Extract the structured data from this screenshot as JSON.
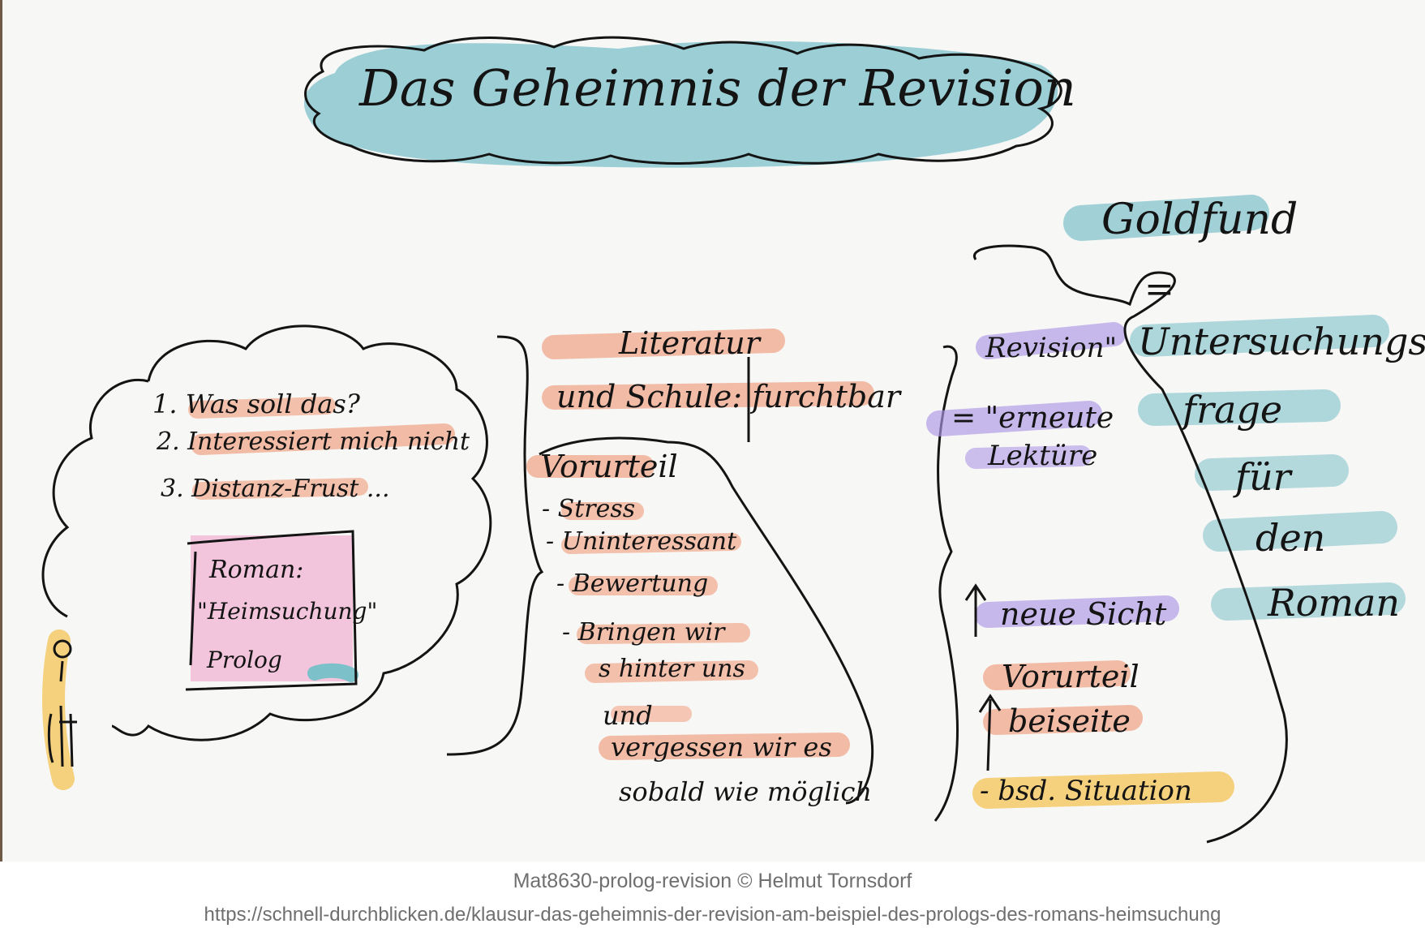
{
  "title": "Das Geheimnis der Revision",
  "left_bubble": {
    "items": [
      "1. Was soll das?",
      "2. Interessiert mich nicht",
      "3. Distanz-Frust ..."
    ],
    "box": {
      "line1": "Roman:",
      "line2": "\"Heimsuchung\"",
      "line3": "Prolog"
    }
  },
  "middle": {
    "heading_line1": "Literatur",
    "heading_line2": "und Schule: furchtbar",
    "prejudice_label": "Vorurteil",
    "items": [
      "- Stress",
      "- Uninteressant",
      "- Bewertung",
      "- Bringen wir",
      "s hinter uns",
      "und",
      "vergessen wir es",
      "sobald wie möglich"
    ]
  },
  "right": {
    "revision": "Revision\"",
    "renewed_line1": "= \"erneute",
    "renewed_line2": "Lektüre",
    "new_view": "neue Sicht",
    "prejudice_line1": "Vorurteil",
    "prejudice_line2": "beiseite",
    "situation": "- bsd. Situation"
  },
  "far_right": {
    "goldfund": "Goldfund",
    "equals": "=",
    "lines": [
      "Untersuchungs-",
      "frage",
      "für",
      "den",
      "Roman"
    ]
  },
  "caption": {
    "line1": "Mat8630-prolog-revision  © Helmut Tornsdorf",
    "line2": "https://schnell-durchblicken.de/klausur-das-geheimnis-der-revision-am-beispiel-des-prologs-des-romans-heimsuchung"
  },
  "colors": {
    "teal": "#7cc1c9",
    "orange": "#ef8a62",
    "purple": "#ae96e6",
    "pink": "#ef9cc6",
    "yellow": "#f3c04a",
    "ink": "#141414",
    "board": "#f7f7f6"
  }
}
